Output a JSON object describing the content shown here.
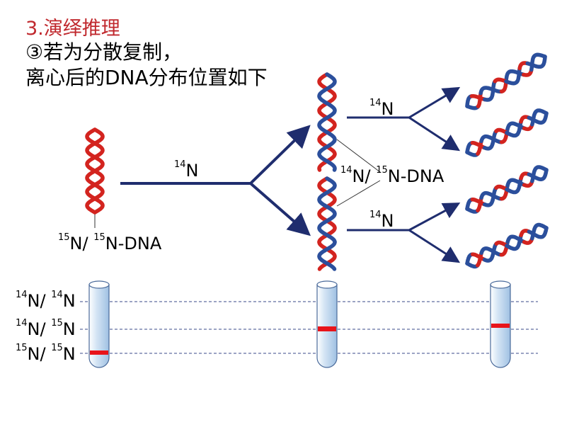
{
  "title": "3.演绎推理",
  "subtitle_line1": "③若为分散复制，",
  "subtitle_line2": "离心后的DNA分布位置如下",
  "labels": {
    "parent_dna": {
      "sup1": "15",
      "mid": "N/ ",
      "sup2": "15",
      "tail": "N-DNA"
    },
    "arrow_main": {
      "sup": "14",
      "tail": "N"
    },
    "arrow_top": {
      "sup": "14",
      "tail": "N"
    },
    "arrow_bottom": {
      "sup": "14",
      "tail": "N"
    },
    "hybrid_dna": {
      "sup1": "14",
      "mid": "N/ ",
      "sup2": "15",
      "tail": "N-DNA"
    }
  },
  "band_labels": [
    {
      "sup1": "14",
      "mid": "N/ ",
      "sup2": "14",
      "tail": "N"
    },
    {
      "sup1": "14",
      "mid": "N/ ",
      "sup2": "15",
      "tail": "N"
    },
    {
      "sup1": "15",
      "mid": "N/ ",
      "sup2": "15",
      "tail": "N"
    }
  ],
  "tubes": [
    {
      "name": "parent",
      "band_level": "15N/15N"
    },
    {
      "name": "generation-1",
      "band_level": "14N/15N"
    },
    {
      "name": "generation-2",
      "band_level": "between 14N/15N and 14N/14N"
    }
  ],
  "colors": {
    "title": "#c0282d",
    "arrow": "#1f2d6e",
    "heavy_strand": "#d3241f",
    "light_strand": "#2b4f9c",
    "band": "#e8141a",
    "tube_fill": "#bcd6ee",
    "dashed_line": "#3a4a8a"
  }
}
